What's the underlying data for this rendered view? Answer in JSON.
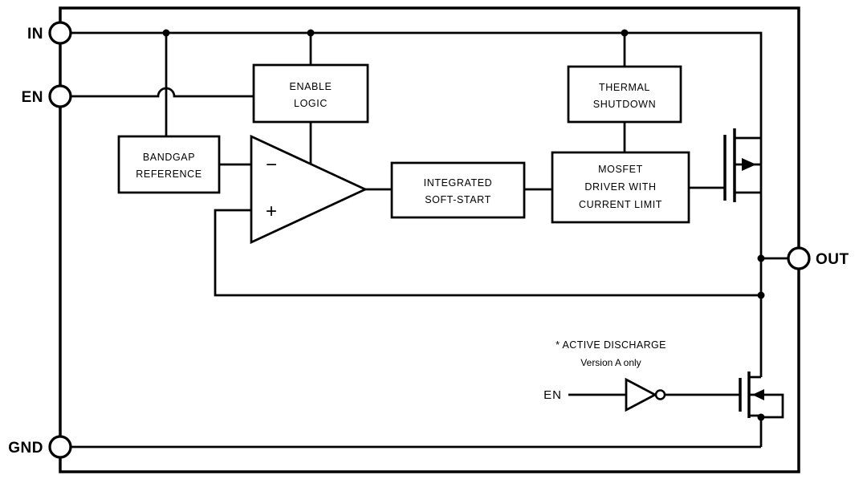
{
  "pins": {
    "in": "IN",
    "en": "EN",
    "gnd": "GND",
    "out": "OUT"
  },
  "blocks": {
    "enable_logic": {
      "lines": [
        "ENABLE",
        "LOGIC"
      ]
    },
    "thermal_shutdown": {
      "lines": [
        "THERMAL",
        "SHUTDOWN"
      ]
    },
    "bandgap_reference": {
      "lines": [
        "BANDGAP",
        "REFERENCE"
      ]
    },
    "integrated_soft_start": {
      "lines": [
        "INTEGRATED",
        "SOFT-START"
      ]
    },
    "mosfet_driver": {
      "lines": [
        "MOSFET",
        "DRIVER WITH",
        "CURRENT LIMIT"
      ]
    }
  },
  "error_amplifier": {
    "inverting_input": "−",
    "noninverting_input": "+"
  },
  "active_discharge": {
    "note": "* ACTIVE DISCHARGE",
    "version_note": "Version A only",
    "inverter_input_label": "EN"
  },
  "colors": {
    "stroke": "#000000",
    "background": "#ffffff"
  }
}
